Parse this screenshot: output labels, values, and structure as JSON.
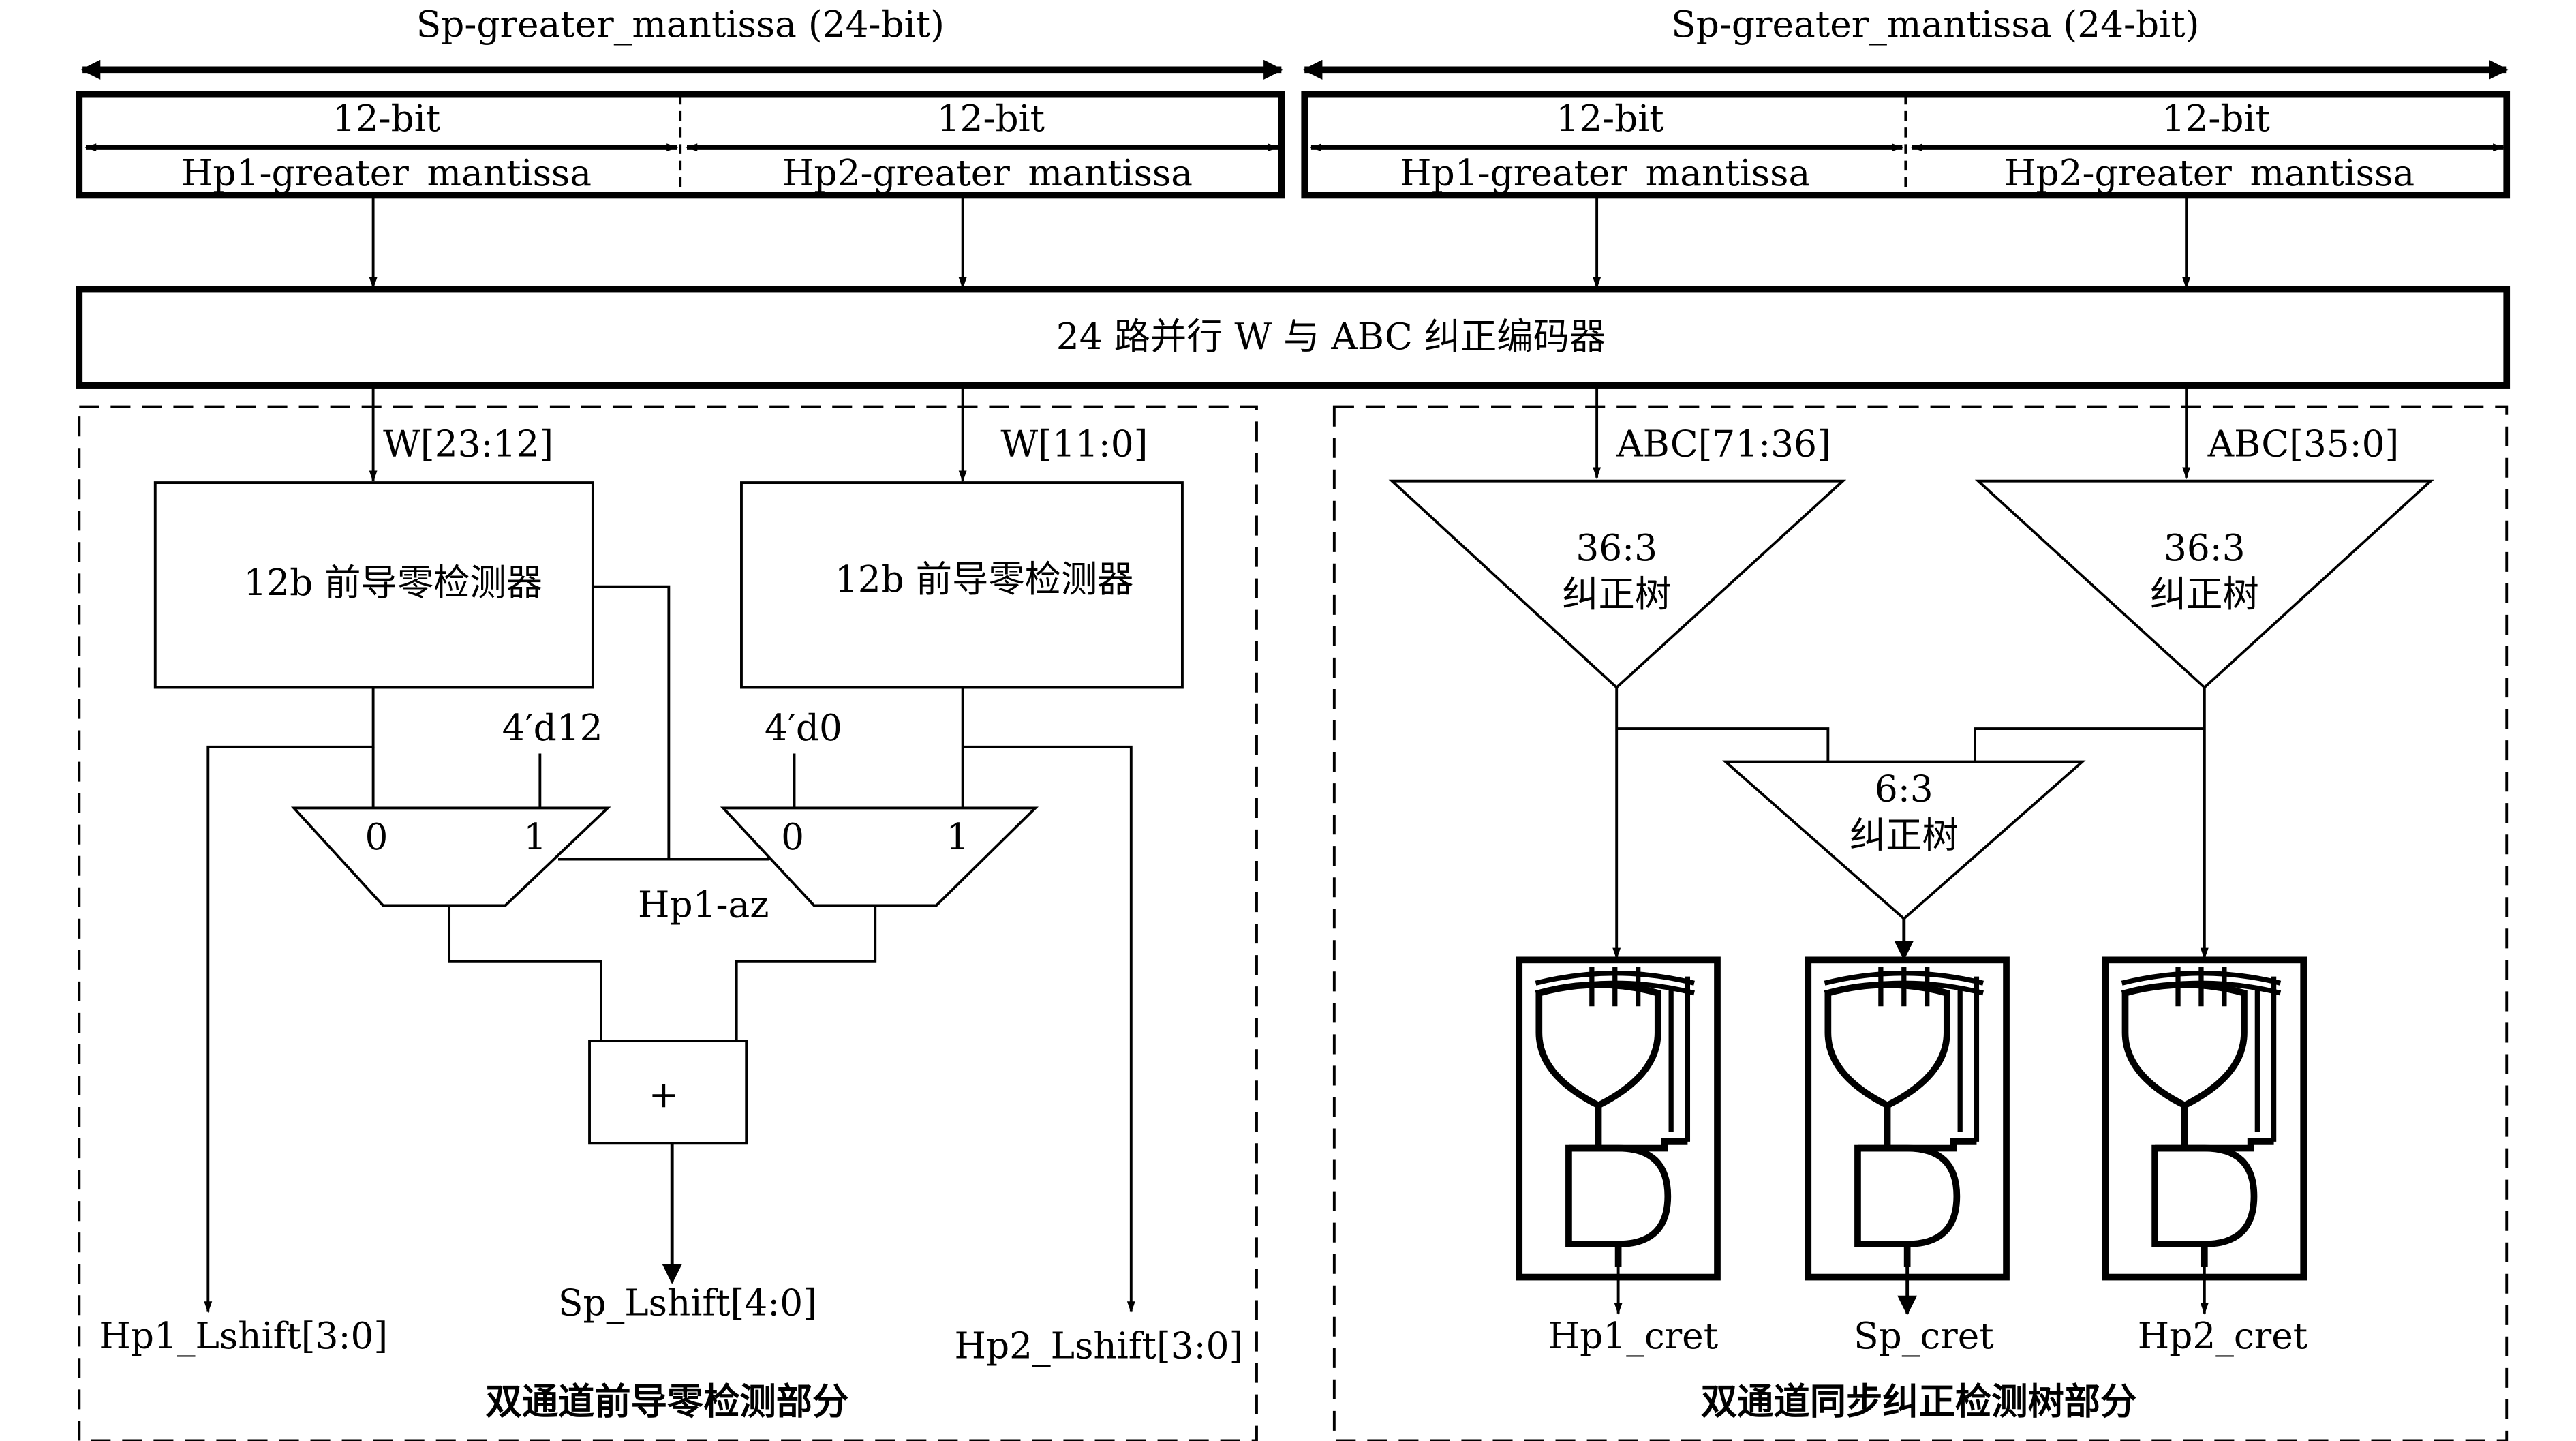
{
  "bus": {
    "left_label": "Sp-greater_mantissa (24-bit)",
    "right_label": "Sp-greater_mantissa (24-bit)",
    "fields": [
      {
        "width": "12-bit",
        "name": "Hp1-greater_mantissa"
      },
      {
        "width": "12-bit",
        "name": "Hp2-greater_mantissa"
      },
      {
        "width": "12-bit",
        "name": "Hp1-greater_mantissa"
      },
      {
        "width": "12-bit",
        "name": "Hp2-greater_mantissa"
      }
    ]
  },
  "encoder": {
    "label": "24 路并行 W 与 ABC 纠正编码器"
  },
  "left": {
    "w_hi": "W[23:12]",
    "w_lo": "W[11:0]",
    "lzd1": "12b 前导零检测器",
    "lzd2": "12b 前导零检测器",
    "const1": "4′d12",
    "const2": "4′d0",
    "mux1_in0": "0",
    "mux1_in1": "1",
    "mux2_in0": "0",
    "mux2_in1": "1",
    "sel": "Hp1-az",
    "adder": "+",
    "out_left": "Hp1_Lshift[3:0]",
    "out_mid": "Sp_Lshift[4:0]",
    "out_right": "Hp2_Lshift[3:0]",
    "caption": "双通道前导零检测部分"
  },
  "right": {
    "abc_hi": "ABC[71:36]",
    "abc_lo": "ABC[35:0]",
    "tree1_ratio": "36:3",
    "tree1_name": "纠正树",
    "tree2_ratio": "36:3",
    "tree2_name": "纠正树",
    "tree3_ratio": "6:3",
    "tree3_name": "纠正树",
    "out1": "Hp1_cret",
    "out2": "Sp_cret",
    "out3": "Hp2_cret",
    "caption": "双通道同步纠正检测树部分"
  }
}
